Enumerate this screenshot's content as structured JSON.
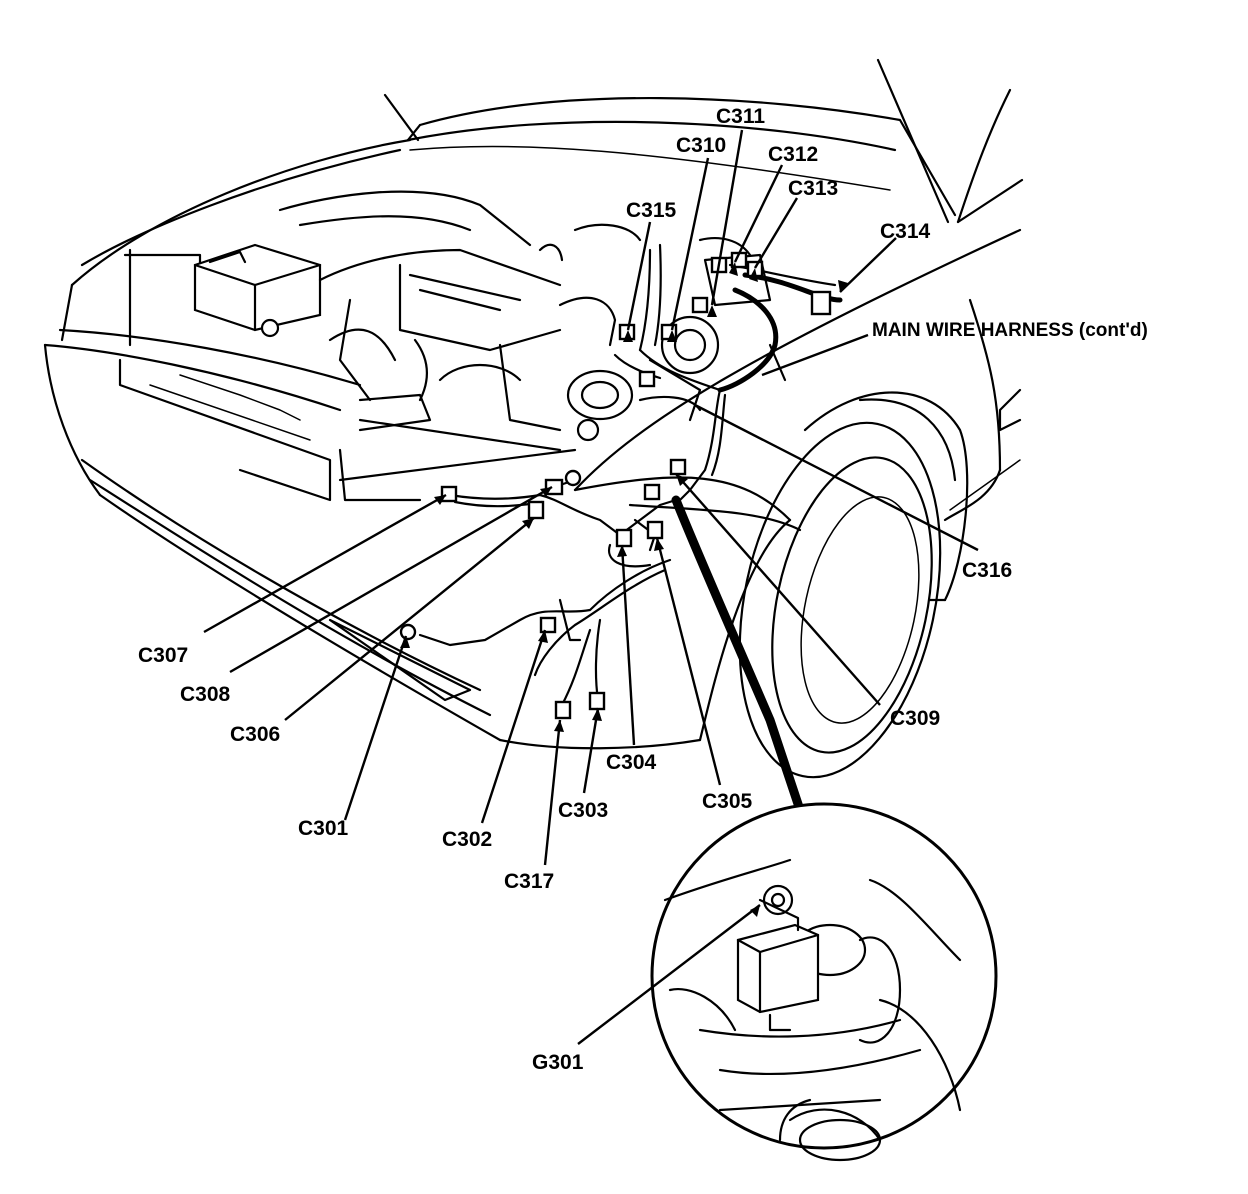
{
  "labels": {
    "c301": "C301",
    "c302": "C302",
    "c303": "C303",
    "c304": "C304",
    "c305": "C305",
    "c306": "C306",
    "c307": "C307",
    "c308": "C308",
    "c309": "C309",
    "c310": "C310",
    "c311": "C311",
    "c312": "C312",
    "c313": "C313",
    "c314": "C314",
    "c315": "C315",
    "c316": "C316",
    "c317": "C317",
    "g301": "G301",
    "main_harness": "MAIN WIRE HARNESS (cont'd)"
  }
}
